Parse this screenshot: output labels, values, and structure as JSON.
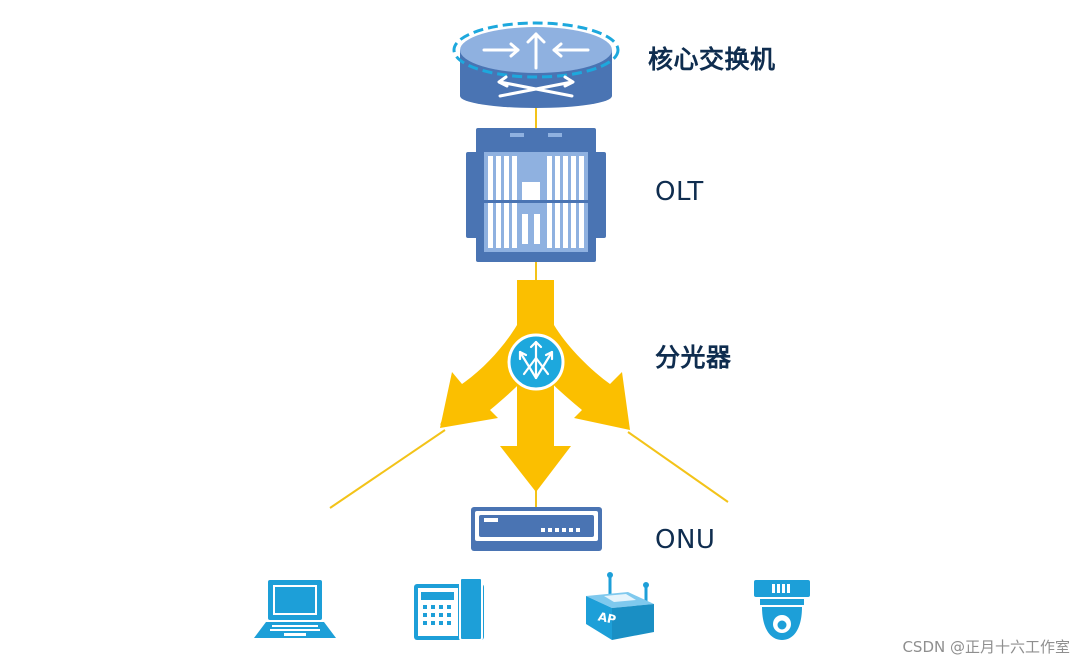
{
  "labels": {
    "core_switch": "核心交换机",
    "olt": "OLT",
    "splitter": "分光器",
    "onu": "ONU"
  },
  "device_icons": [
    "router-switch-icon",
    "olt-chassis-icon",
    "splitter-icon",
    "onu-modem-icon",
    "laptop-icon",
    "telephone-icon",
    "wireless-ap-icon",
    "camera-icon"
  ],
  "ap_badge": "AP",
  "watermark": "CSDN @正月十六工作室",
  "colors": {
    "device_blue": "#4a74b3",
    "device_light": "#8fb1e0",
    "flow_yellow": "#fbbf00",
    "line_yellow": "#f3c319",
    "endpoint_blue": "#1d9fd8",
    "splitter_cyan": "#1da8dd",
    "label_navy": "#0f2d4f"
  }
}
